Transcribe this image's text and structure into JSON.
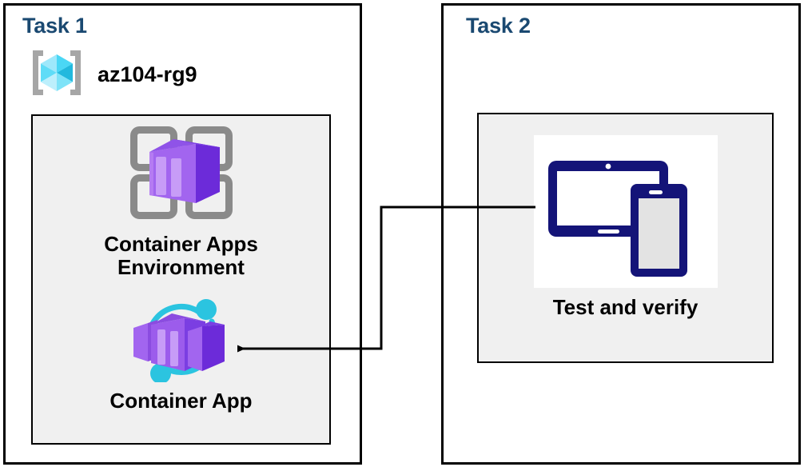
{
  "diagram": {
    "title": "Azure Container Apps lab task diagram",
    "background": "#ffffff"
  },
  "colors": {
    "task_label": "#1a4971",
    "panel_border": "#000000",
    "inner_box_fill": "#f0f0f0",
    "inner_box_border": "#000000",
    "connector": "#000000",
    "resource_group_cube_light": "#9ee8fb",
    "resource_group_cube_mid": "#3fd0f2",
    "resource_group_cube_dark": "#1fb8dd",
    "resource_group_bracket": "#a6a6a6",
    "grid_square": "#8a8a8a",
    "container_purple_light": "#a265ef",
    "container_purple_mid": "#8b4ce0",
    "container_purple_dark": "#6c2bd9",
    "container_purple_face": "#b981f5",
    "arc_cyan": "#2bc4e0",
    "device_navy": "#141478",
    "device_screen_gray": "#e3e3e3"
  },
  "task1": {
    "label": "Task 1",
    "resource_group": {
      "name": "az104-rg9",
      "icon": "resource-group-icon"
    },
    "nodes": [
      {
        "id": "container-apps-environment",
        "icon": "container-apps-environment-icon",
        "caption": "Container Apps\nEnvironment"
      },
      {
        "id": "container-app",
        "icon": "container-app-icon",
        "caption": "Container App"
      }
    ]
  },
  "task2": {
    "label": "Task 2",
    "nodes": [
      {
        "id": "test-and-verify",
        "icon": "devices-test-icon",
        "caption": "Test and verify"
      }
    ]
  },
  "connector": {
    "id": "test-to-container-app-arrow",
    "from": "test-and-verify",
    "to": "container-app",
    "direction": "right-to-left",
    "arrowhead": "left",
    "style": "orthogonal-elbow"
  }
}
